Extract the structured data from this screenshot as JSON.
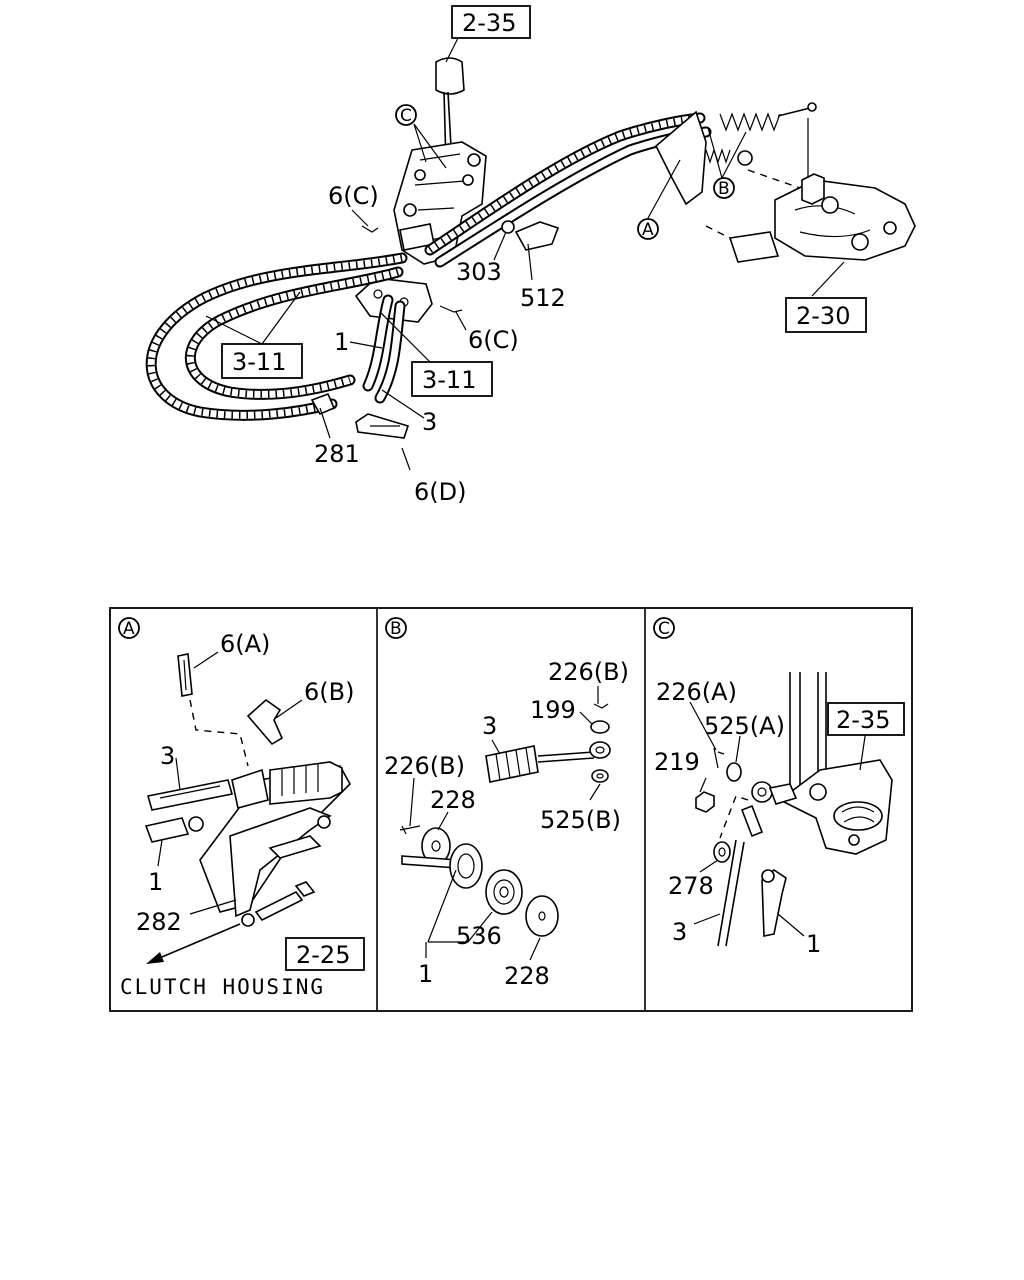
{
  "top": {
    "refs": {
      "r_2_35": "2-35",
      "r_2_30": "2-30",
      "r_3_11a": "3-11",
      "r_3_11b": "3-11"
    },
    "labels": {
      "l_6c_top": "6(C)",
      "l_303": "303",
      "l_512": "512",
      "l_6c_mid": "6(C)",
      "l_1": "1",
      "l_3": "3",
      "l_281": "281",
      "l_6d": "6(D)"
    },
    "callouts": {
      "c_C": "C",
      "c_B": "B",
      "c_A": "A"
    }
  },
  "panels": {
    "a": {
      "tag": "A",
      "refs": {
        "r_2_25": "2-25"
      },
      "labels": {
        "l_6a": "6(A)",
        "l_6b": "6(B)",
        "l_3": "3",
        "l_1": "1",
        "l_282": "282"
      },
      "caption": "CLUTCH HOUSING"
    },
    "b": {
      "tag": "B",
      "labels": {
        "l_226b_top": "226(B)",
        "l_199": "199",
        "l_3": "3",
        "l_226b_left": "226(B)",
        "l_525b": "525(B)",
        "l_228_top": "228",
        "l_536": "536",
        "l_1": "1",
        "l_228_bot": "228"
      }
    },
    "c": {
      "tag": "C",
      "refs": {
        "r_2_35": "2-35"
      },
      "labels": {
        "l_226a": "226(A)",
        "l_525a": "525(A)",
        "l_219": "219",
        "l_278": "278",
        "l_3": "3",
        "l_1": "1"
      }
    }
  }
}
